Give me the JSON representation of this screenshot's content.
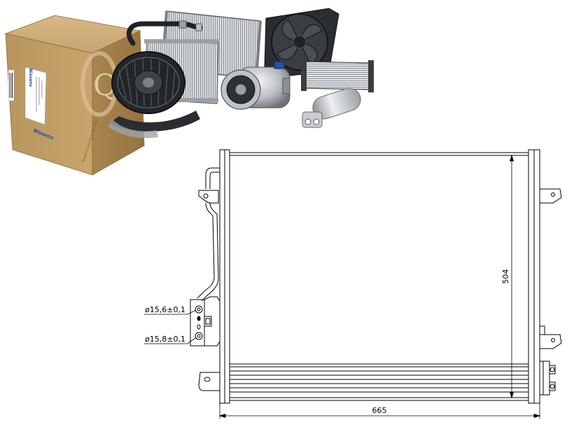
{
  "product_photo": {
    "box": {
      "brand_label": "Nissens",
      "side_brand_label": "Nissens",
      "side_tagline": "Engine Cooling & Climate"
    },
    "parts": [
      {
        "name": "ac-hose-pipe"
      },
      {
        "name": "blower-motor"
      },
      {
        "name": "evaporator"
      },
      {
        "name": "condenser"
      },
      {
        "name": "radiator-fan"
      },
      {
        "name": "ac-compressor"
      },
      {
        "name": "heater-core"
      },
      {
        "name": "receiver-drier"
      }
    ]
  },
  "drawing": {
    "dimensions": {
      "width": "665",
      "height": "504"
    },
    "callouts": [
      {
        "label": "ø15,6±0,1"
      },
      {
        "label": "ø15,8±0,1"
      }
    ],
    "line_color": "#000000"
  }
}
